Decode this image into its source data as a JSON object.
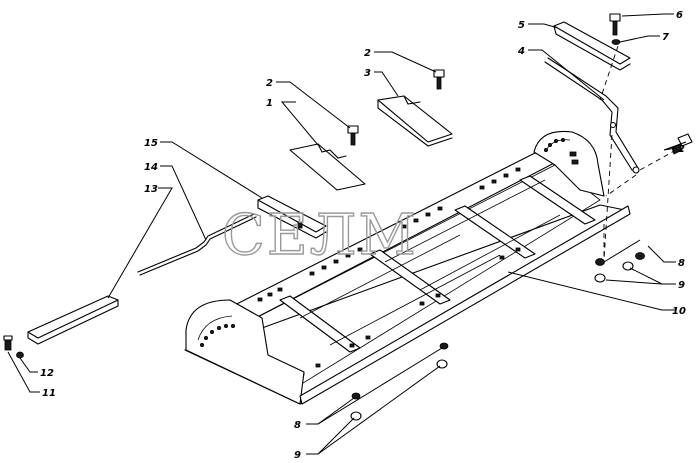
{
  "watermark": "СЕЛМ",
  "callouts": {
    "c1": "1",
    "c2a": "2",
    "c2b": "2",
    "c2c": "2",
    "c3": "3",
    "c4": "4",
    "c5": "5",
    "c6": "6",
    "c7": "7",
    "c8a": "8",
    "c8b": "8",
    "c9a": "9",
    "c9b": "9",
    "c10": "10",
    "c11": "11",
    "c12": "12",
    "c13": "13",
    "c14": "14",
    "c15": "15"
  }
}
